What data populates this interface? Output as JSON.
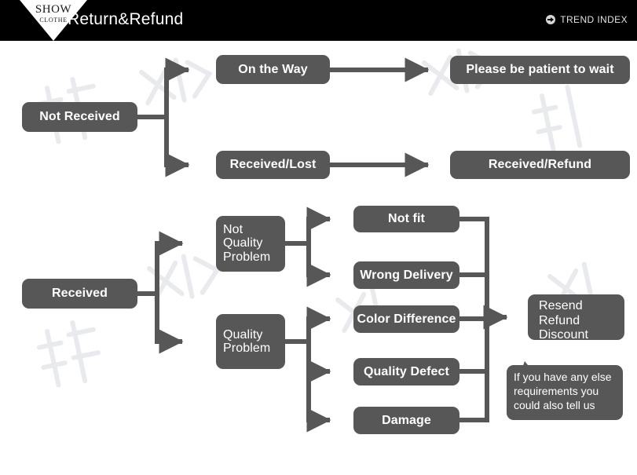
{
  "header": {
    "logo_primary": "SHOW",
    "logo_secondary": "CLOTHE",
    "title": "Return&Refund",
    "brand_label": "TREND INDEX",
    "brand_icon": "circle-arrow-icon",
    "background": "#000000",
    "text_color": "#ffffff"
  },
  "theme": {
    "node_fill": "#575757",
    "node_text": "#ffffff",
    "connector": "#575757",
    "page_background": "#ffffff"
  },
  "flow": {
    "branches": [
      {
        "id": "not-received",
        "root": "Not Received",
        "paths": [
          {
            "stage": "On the Way",
            "outcome": "Please be patient to wait"
          },
          {
            "stage": "Received/Lost",
            "outcome": "Received/Refund"
          }
        ]
      },
      {
        "id": "received",
        "root": "Received",
        "categories": [
          {
            "name": "Not Quality Problem",
            "reasons": [
              "Not fit",
              "Wrong Delivery"
            ]
          },
          {
            "name": "Quality Problem",
            "reasons": [
              "Color Difference",
              "Quality Defect",
              "Damage"
            ]
          }
        ],
        "resolution": "Resend\nRefund\nDiscount",
        "note": "If you have any else requirements you could also tell us"
      }
    ]
  },
  "nodes": {
    "not_received": "Not Received",
    "on_the_way": "On the Way",
    "please_wait": "Please be patient to wait",
    "received_lost": "Received/Lost",
    "received_refund": "Received/Refund",
    "received": "Received",
    "not_quality_problem_l1": "Not",
    "not_quality_problem_l2": "Quality",
    "not_quality_problem_l3": "Problem",
    "quality_problem_l1": "Quality",
    "quality_problem_l2": "Problem",
    "not_fit": "Not fit",
    "wrong_delivery": "Wrong Delivery",
    "color_difference": "Color Difference",
    "quality_defect": "Quality Defect",
    "damage": "Damage",
    "resend_l1": "Resend",
    "resend_l2": "Refund",
    "resend_l3": "Discount",
    "callout_l1": "If you have any else",
    "callout_l2": "requirements you",
    "callout_l3": "could also tell us"
  }
}
